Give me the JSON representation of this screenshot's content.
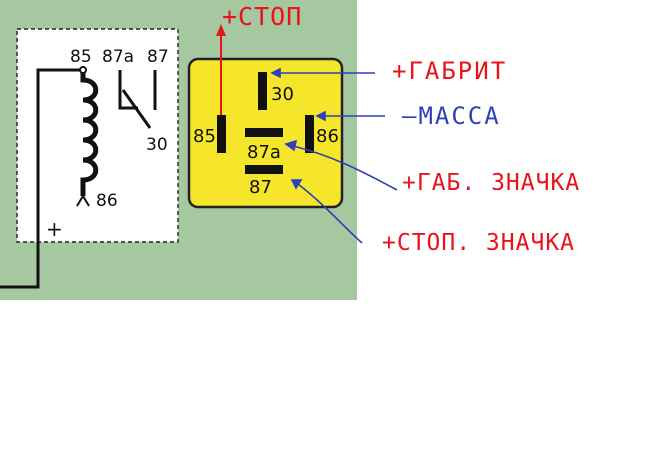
{
  "schematic": {
    "pin_85": "85",
    "pin_87a": "87a",
    "pin_87": "87",
    "pin_30": "30",
    "pin_86": "86",
    "plus_sign": "+"
  },
  "relay_block": {
    "pin_30": "30",
    "pin_85": "85",
    "pin_86": "86",
    "pin_87a": "87a",
    "pin_87": "87"
  },
  "annotations": {
    "stop_plus": "+СТОП",
    "gabarit_plus": "+ГАБРИТ",
    "massa_minus": "—МАССА",
    "gab_znachka_plus": "+ГАБ. ЗНАЧКА",
    "stop_znachka_plus": "+СТОП. ЗНАЧКА"
  },
  "colors": {
    "panel_green": "#a6c8a0",
    "relay_yellow": "#f5e62c",
    "annotation_red": "#e8141b",
    "arrow_blue": "#2e3fb8"
  }
}
